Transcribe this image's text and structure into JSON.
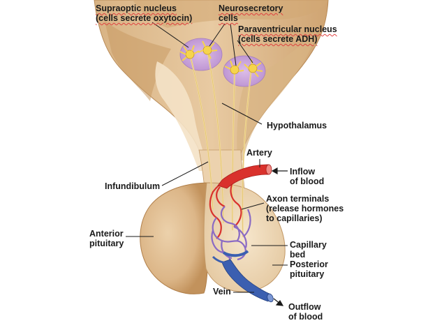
{
  "labels": {
    "supraoptic": "Supraoptic nucleus\n(cells secrete oxytocin)",
    "neurosecretory": "Neurosecretory\ncells",
    "paraventricular": "Paraventricular nucleus\n(cells secrete ADH)",
    "hypothalamus": "Hypothalamus",
    "artery": "Artery",
    "inflow": "Inflow\nof blood",
    "infundibulum": "Infundibulum",
    "axon_terminals": "Axon terminals\n(release hormones\nto capillaries)",
    "anterior_pituitary": "Anterior\npituitary",
    "capillary_bed": "Capillary\nbed",
    "posterior_pituitary": "Posterior\npituitary",
    "vein": "Vein",
    "outflow": "Outflow\nof blood"
  },
  "colors": {
    "tissue": "#e3c39a",
    "tissue_dark": "#c99a64",
    "tissue_light": "#f1dcbc",
    "nucleus": "#c8a2d8",
    "artery": "#d9312c",
    "vein": "#3b5fb0",
    "axon": "#f2d690",
    "cell": "#f4d24e"
  }
}
